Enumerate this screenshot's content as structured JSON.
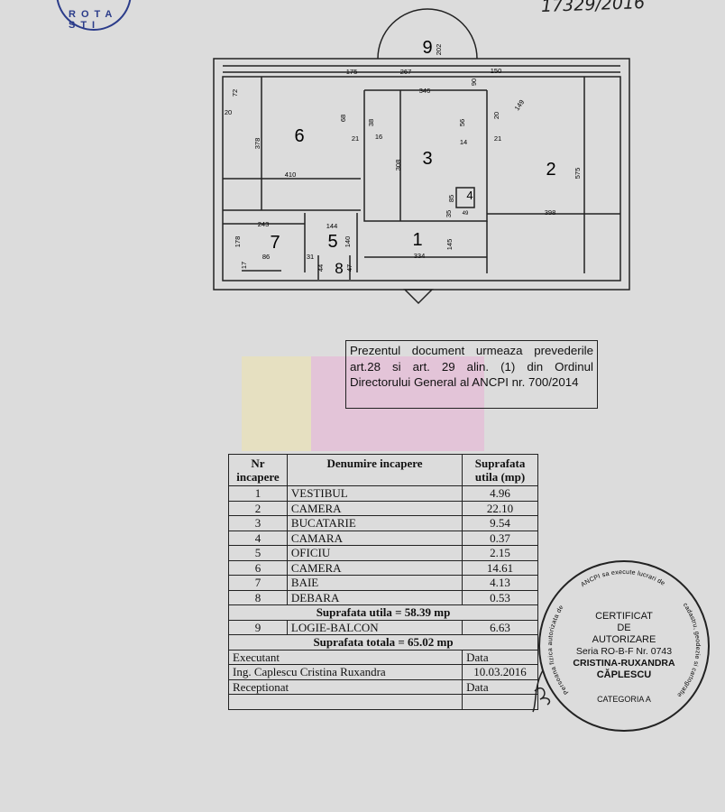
{
  "header": {
    "registration_handwritten": "17329/2016",
    "corner_stamp_text": "ROTA STI"
  },
  "plan": {
    "rooms": [
      "1",
      "2",
      "3",
      "4",
      "5",
      "6",
      "7",
      "8",
      "9"
    ],
    "dimensions": [
      "175",
      "267",
      "202",
      "150",
      "90",
      "346",
      "72",
      "149",
      "20",
      "68",
      "38",
      "56",
      "20",
      "378",
      "16",
      "21",
      "14",
      "21",
      "308",
      "575",
      "410",
      "85",
      "49",
      "35",
      "398",
      "243",
      "144",
      "178",
      "140",
      "145",
      "334",
      "31",
      "86",
      "17",
      "44",
      "47"
    ]
  },
  "note": {
    "text": "Prezentul document urmeaza prevederile art.28 si art. 29 alin. (1) din Ordinul Directorului General al ANCPI nr. 700/2014"
  },
  "table": {
    "headers": {
      "nr": "Nr incapere",
      "name": "Denumire incapere",
      "area": "Suprafata utila (mp)"
    },
    "rows": [
      {
        "nr": "1",
        "name": "VESTIBUL",
        "area": "4.96"
      },
      {
        "nr": "2",
        "name": "CAMERA",
        "area": "22.10"
      },
      {
        "nr": "3",
        "name": "BUCATARIE",
        "area": "9.54"
      },
      {
        "nr": "4",
        "name": "CAMARA",
        "area": "0.37"
      },
      {
        "nr": "5",
        "name": "OFICIU",
        "area": "2.15"
      },
      {
        "nr": "6",
        "name": "CAMERA",
        "area": "14.61"
      },
      {
        "nr": "7",
        "name": "BAIE",
        "area": "4.13"
      },
      {
        "nr": "8",
        "name": "DEBARA",
        "area": "0.53"
      }
    ],
    "useful_total": "Suprafata utila = 58.39 mp",
    "balcony": {
      "nr": "9",
      "name": "LOGIE-BALCON",
      "area": "6.63"
    },
    "grand_total": "Suprafata totala = 65.02 mp",
    "executant_label": "Executant",
    "executant_date_label": "Data",
    "executant_name": "Ing. Caplescu Cristina Ruxandra",
    "executant_date": "10.03.2016",
    "received_label": "Receptionat",
    "received_date_label": "Data"
  },
  "stamp": {
    "ring_text": "Persoana fizica autorizata de ANCPI sa execute lucrari de cadastru, geodezie si cartografie",
    "line1": "CERTIFICAT",
    "line2": "DE",
    "line3": "AUTORIZARE",
    "line4": "Seria RO-B-F Nr. 0743",
    "line5": "CRISTINA-RUXANDRA",
    "line6": "CĂPLESCU",
    "category": "CATEGORIA A"
  }
}
